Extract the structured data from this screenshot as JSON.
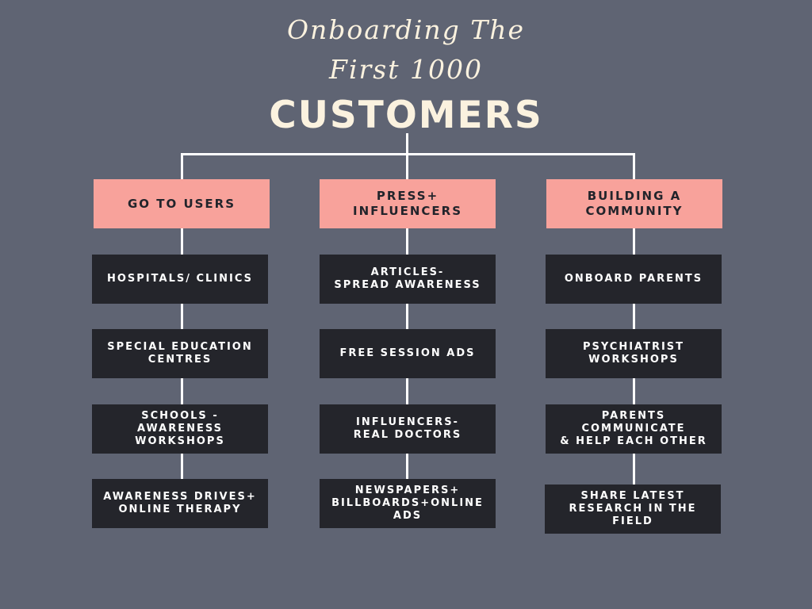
{
  "title": {
    "line1": "Onboarding The",
    "line2": "First 1000",
    "line3": "CUSTOMERS"
  },
  "columns": [
    {
      "header": "GO TO USERS",
      "items": [
        "HOSPITALS/ CLINICS",
        "SPECIAL EDUCATION\nCENTRES",
        "SCHOOLS -\nAWARENESS WORKSHOPS",
        "AWARENESS DRIVES+\nONLINE THERAPY"
      ]
    },
    {
      "header": "PRESS+\nINFLUENCERS",
      "items": [
        "ARTICLES-\nSPREAD AWARENESS",
        "FREE SESSION ADS",
        "INFLUENCERS-\nREAL DOCTORS",
        "NEWSPAPERS+\nBILLBOARDS+ONLINE ADS"
      ]
    },
    {
      "header": "BUILDING A\nCOMMUNITY",
      "items": [
        "ONBOARD PARENTS",
        "PSYCHIATRIST\nWORKSHOPS",
        "PARENTS COMMUNICATE\n& HELP EACH OTHER",
        "SHARE LATEST\nRESEARCH IN THE FIELD"
      ]
    }
  ]
}
